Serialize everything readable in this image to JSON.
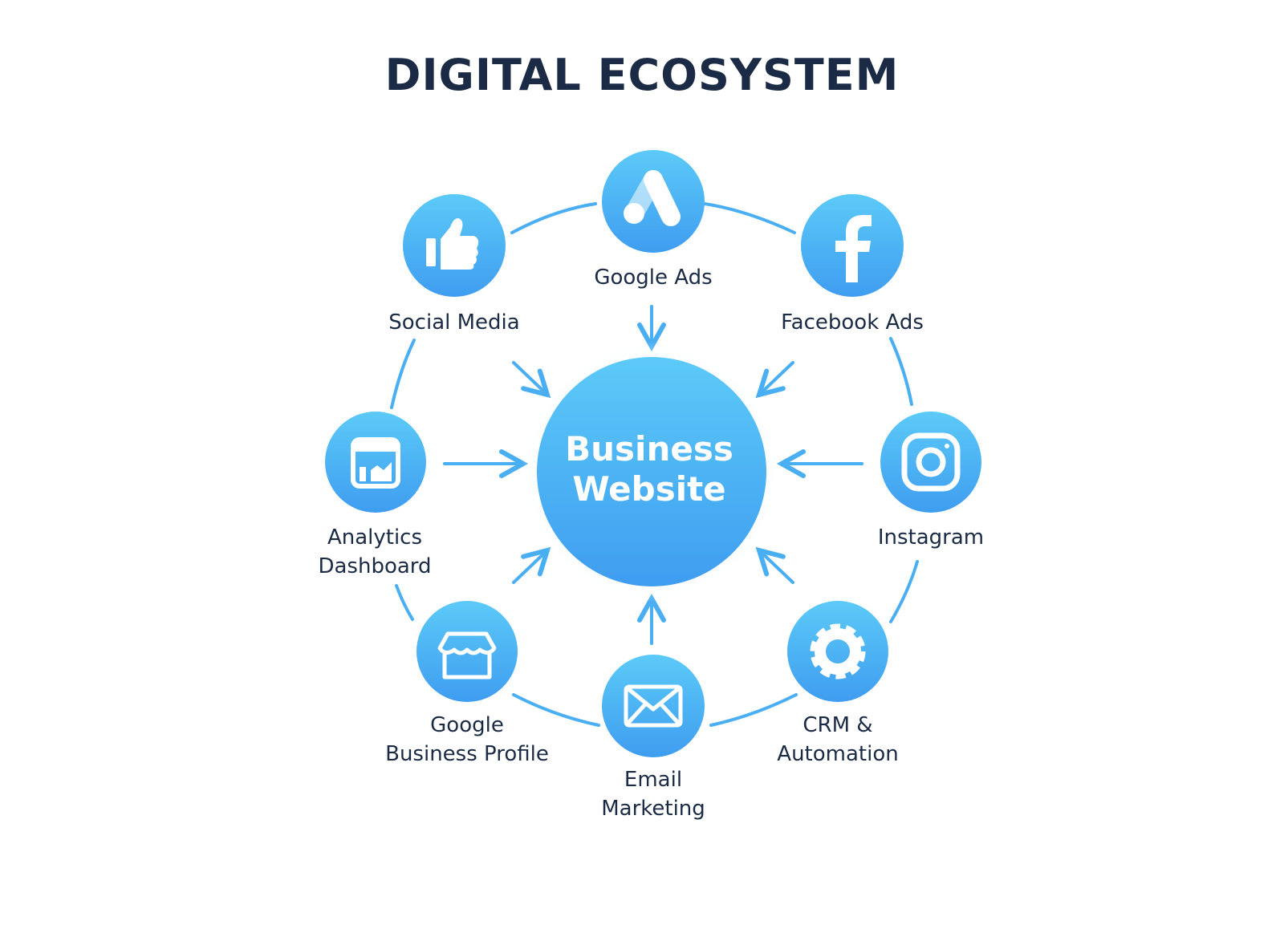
{
  "title": "DIGITAL ECOSYSTEM",
  "hub": {
    "label": "Business\nWebsite"
  },
  "colors": {
    "node_top": "#5ccaf8",
    "node_bottom": "#3f9df0",
    "line": "#4aaef2",
    "text": "#1b2b45"
  },
  "nodes": [
    {
      "id": "google-ads",
      "label": "Google Ads",
      "icon": "google-ads-icon"
    },
    {
      "id": "facebook-ads",
      "label": "Facebook Ads",
      "icon": "facebook-icon"
    },
    {
      "id": "instagram",
      "label": "Instagram",
      "icon": "instagram-icon"
    },
    {
      "id": "crm-automation",
      "label": "CRM &\nAutomation",
      "icon": "gear-icon"
    },
    {
      "id": "email-marketing",
      "label": "Email\nMarketing",
      "icon": "envelope-icon"
    },
    {
      "id": "google-business-profile",
      "label": "Google\nBusiness Profile",
      "icon": "storefront-icon"
    },
    {
      "id": "analytics-dashboard",
      "label": "Analytics\nDashboard",
      "icon": "dashboard-icon"
    },
    {
      "id": "social-media",
      "label": "Social Media",
      "icon": "thumbs-up-icon"
    }
  ]
}
